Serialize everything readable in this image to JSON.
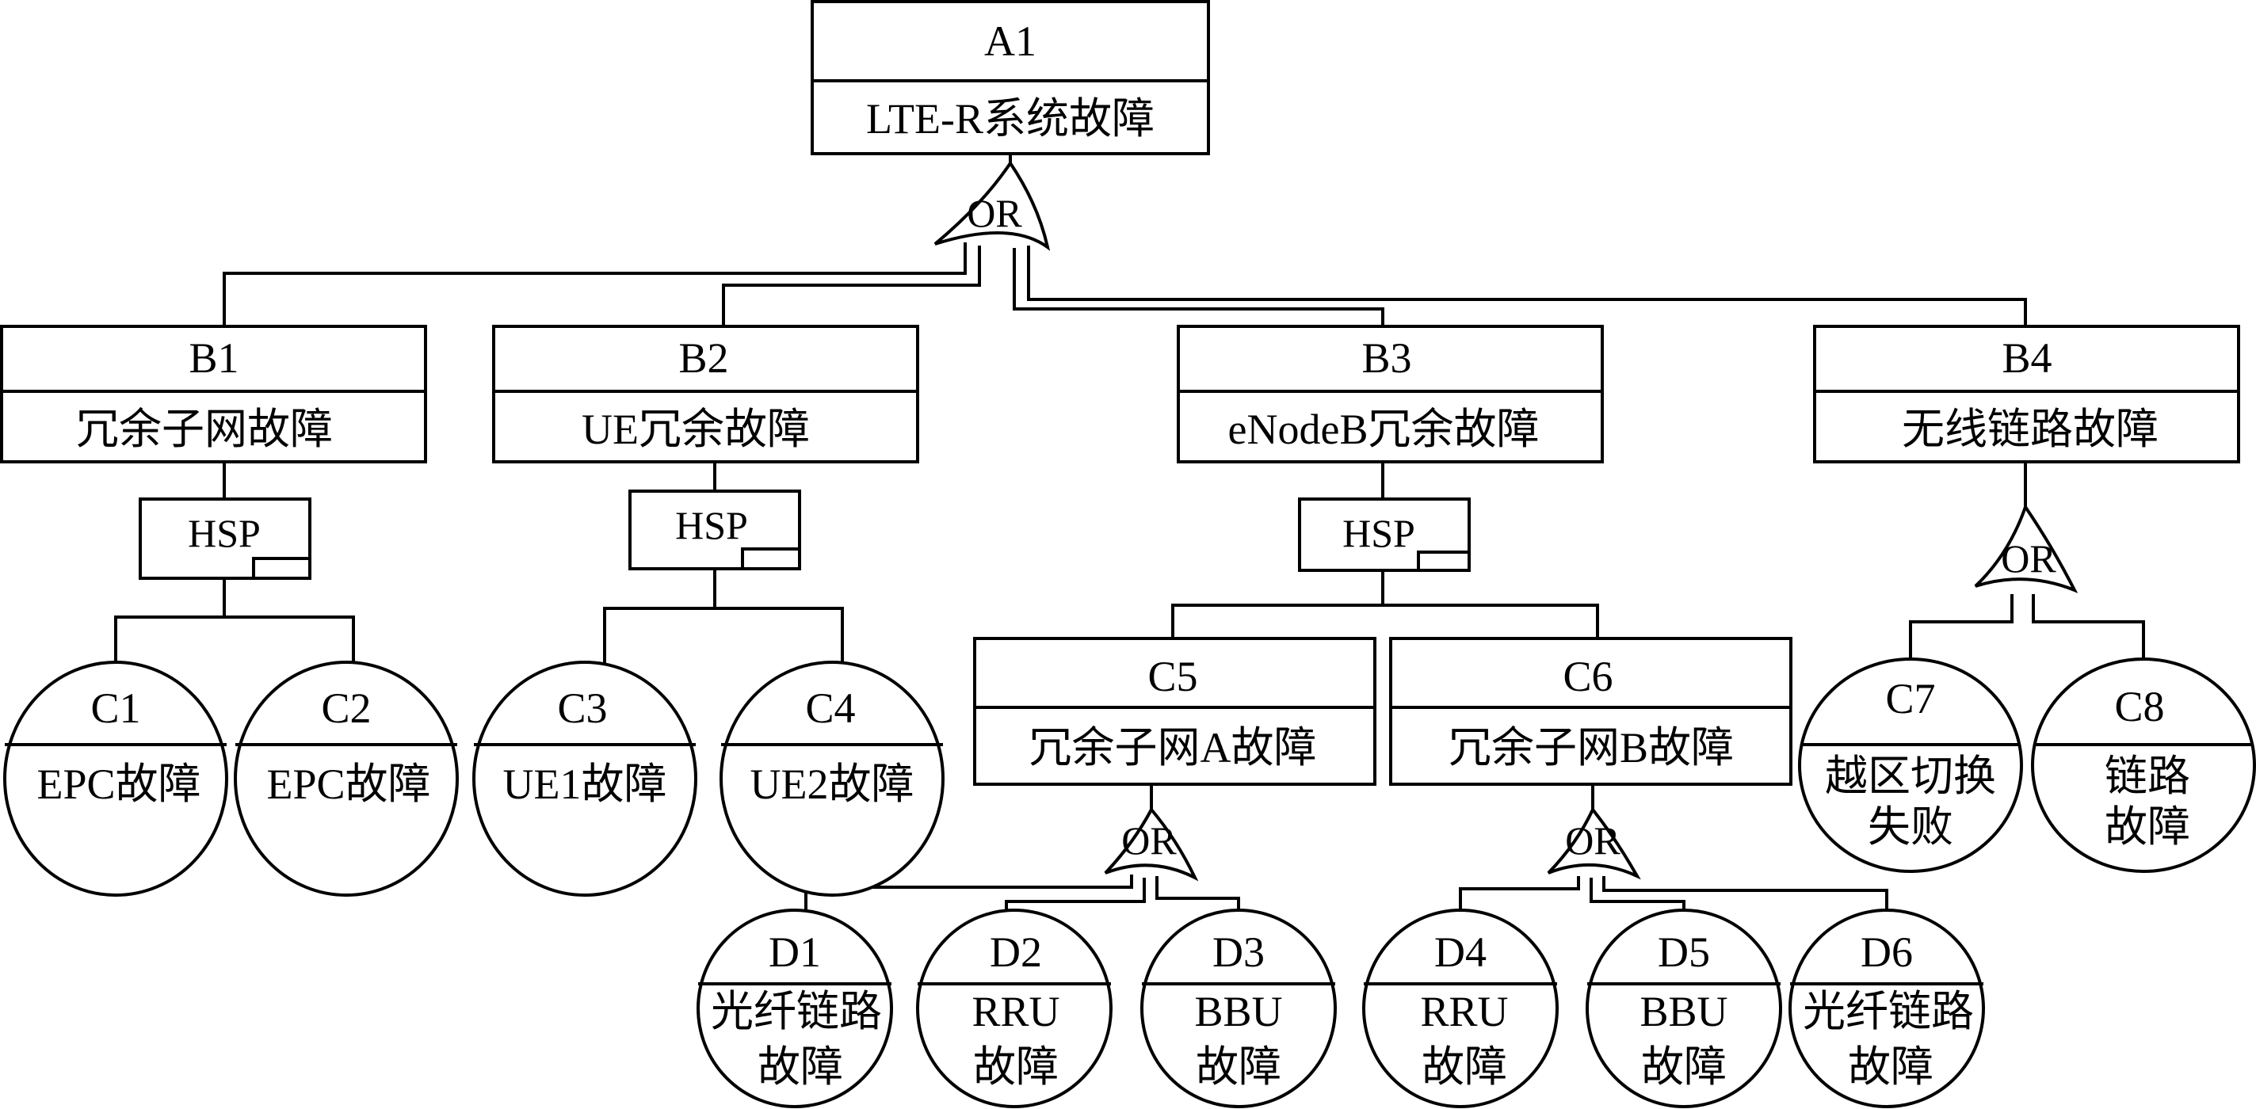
{
  "diagram": {
    "events": {
      "A1": {
        "id": "A1",
        "label": "LTE-R系统故障"
      },
      "B1": {
        "id": "B1",
        "label": "冗余子网故障"
      },
      "B2": {
        "id": "B2",
        "label": "UE冗余故障"
      },
      "B3": {
        "id": "B3",
        "label": "eNodeB冗余故障"
      },
      "B4": {
        "id": "B4",
        "label": "无线链路故障"
      },
      "C1": {
        "id": "C1",
        "label": "EPC故障"
      },
      "C2": {
        "id": "C2",
        "label": "EPC故障"
      },
      "C3": {
        "id": "C3",
        "label": "UE1故障"
      },
      "C4": {
        "id": "C4",
        "label": "UE2故障"
      },
      "C5": {
        "id": "C5",
        "label": "冗余子网A故障"
      },
      "C6": {
        "id": "C6",
        "label": "冗余子网B故障"
      },
      "C7": {
        "id": "C7",
        "label": [
          "越区切换",
          "失败"
        ]
      },
      "C8": {
        "id": "C8",
        "label": [
          "链路",
          "故障"
        ]
      },
      "D1": {
        "id": "D1",
        "label": [
          "光纤链路",
          "故障"
        ]
      },
      "D2": {
        "id": "D2",
        "label": [
          "RRU",
          "故障"
        ]
      },
      "D3": {
        "id": "D3",
        "label": [
          "BBU",
          "故障"
        ]
      },
      "D4": {
        "id": "D4",
        "label": [
          "RRU",
          "故障"
        ]
      },
      "D5": {
        "id": "D5",
        "label": [
          "BBU",
          "故障"
        ]
      },
      "D6": {
        "id": "D6",
        "label": [
          "光纤链路",
          "故障"
        ]
      }
    },
    "gates": {
      "G_A1": {
        "type": "OR",
        "label": "OR",
        "parent": "A1",
        "children": [
          "B1",
          "B2",
          "B3",
          "B4"
        ]
      },
      "G_B1": {
        "type": "HSP",
        "label": "HSP",
        "parent": "B1",
        "children": [
          "C1",
          "C2"
        ]
      },
      "G_B2": {
        "type": "HSP",
        "label": "HSP",
        "parent": "B2",
        "children": [
          "C3",
          "C4"
        ]
      },
      "G_B3": {
        "type": "HSP",
        "label": "HSP",
        "parent": "B3",
        "children": [
          "C5",
          "C6"
        ]
      },
      "G_B4": {
        "type": "OR",
        "label": "OR",
        "parent": "B4",
        "children": [
          "C7",
          "C8"
        ]
      },
      "G_C5": {
        "type": "OR",
        "label": "OR",
        "parent": "C5",
        "children": [
          "D1",
          "D2",
          "D3"
        ]
      },
      "G_C6": {
        "type": "OR",
        "label": "OR",
        "parent": "C6",
        "children": [
          "D4",
          "D5",
          "D6"
        ]
      }
    }
  }
}
